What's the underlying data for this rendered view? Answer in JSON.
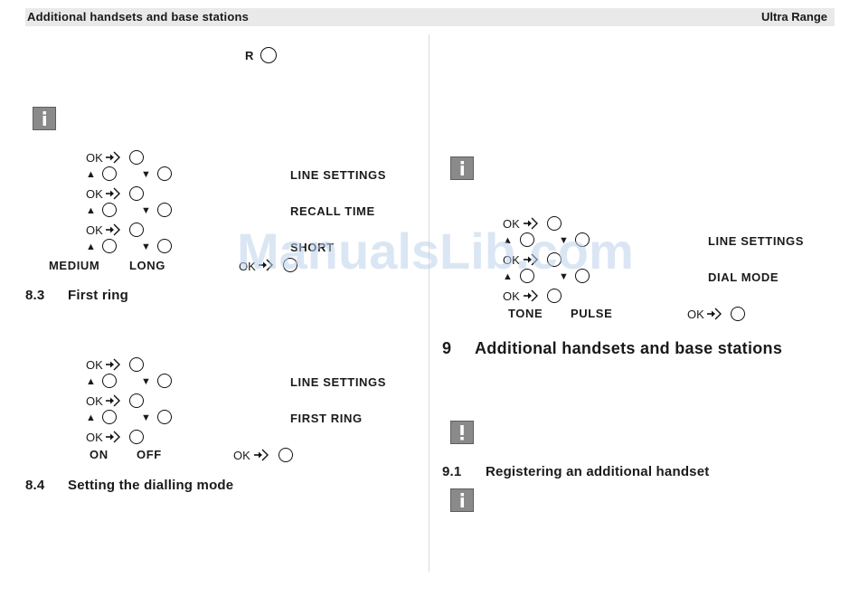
{
  "header": {
    "left_title": "Additional handsets and base stations",
    "right_title": "Ultra Range"
  },
  "key_labels": {
    "ok": "OK",
    "r": "R",
    "up": "▲",
    "down": "▼"
  },
  "recall_menu": {
    "item1": "LINE SETTINGS",
    "item2": "RECALL TIME",
    "item3": "SHORT",
    "option_left": "MEDIUM",
    "option_right": "LONG"
  },
  "section_8_3": {
    "number": "8.3",
    "title": "First ring"
  },
  "first_ring_menu": {
    "item1": "LINE SETTINGS",
    "item2": "FIRST RING",
    "option_left": "ON",
    "option_right": "OFF"
  },
  "section_8_4": {
    "number": "8.4",
    "title": "Setting the dialling mode"
  },
  "dial_mode_menu": {
    "item1": "LINE SETTINGS",
    "item2": "DIAL MODE",
    "option_left": "TONE",
    "option_right": "PULSE"
  },
  "section_9": {
    "number": "9",
    "title": "Additional handsets and base stations"
  },
  "section_9_1": {
    "number": "9.1",
    "title": "Registering an additional handset"
  },
  "icons": {
    "info": "i",
    "warning": "!"
  },
  "watermark": "ManualsLib.com"
}
